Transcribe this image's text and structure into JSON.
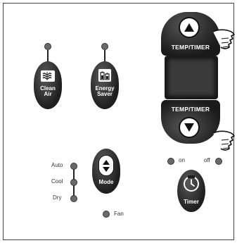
{
  "clean_air": {
    "label_line1": "Clean",
    "label_line2": "Air",
    "icon": "clean-air-icon"
  },
  "energy_saver": {
    "label_line1": "Energy",
    "label_line2": "Saver",
    "icon": "battery-icon"
  },
  "temp_timer_up": {
    "label": "TEMP/TIMER",
    "icon": "up-arrow-icon"
  },
  "temp_timer_down": {
    "label": "TEMP/TIMER",
    "icon": "down-arrow-icon"
  },
  "display": {
    "value": ""
  },
  "mode": {
    "label": "Mode",
    "icon": "up-down-arrows-icon"
  },
  "mode_indicators": [
    {
      "label": "Auto"
    },
    {
      "label": "Cool"
    },
    {
      "label": "Dry"
    }
  ],
  "fan": {
    "label": "Fan"
  },
  "timer": {
    "label": "Timer",
    "on_label": "on",
    "off_label": "off",
    "icon": "timer-icon"
  },
  "colors": {
    "button_dark": "#1e1e1e",
    "display_bg": "#3a3a3a",
    "led": "#6a6a6a"
  }
}
